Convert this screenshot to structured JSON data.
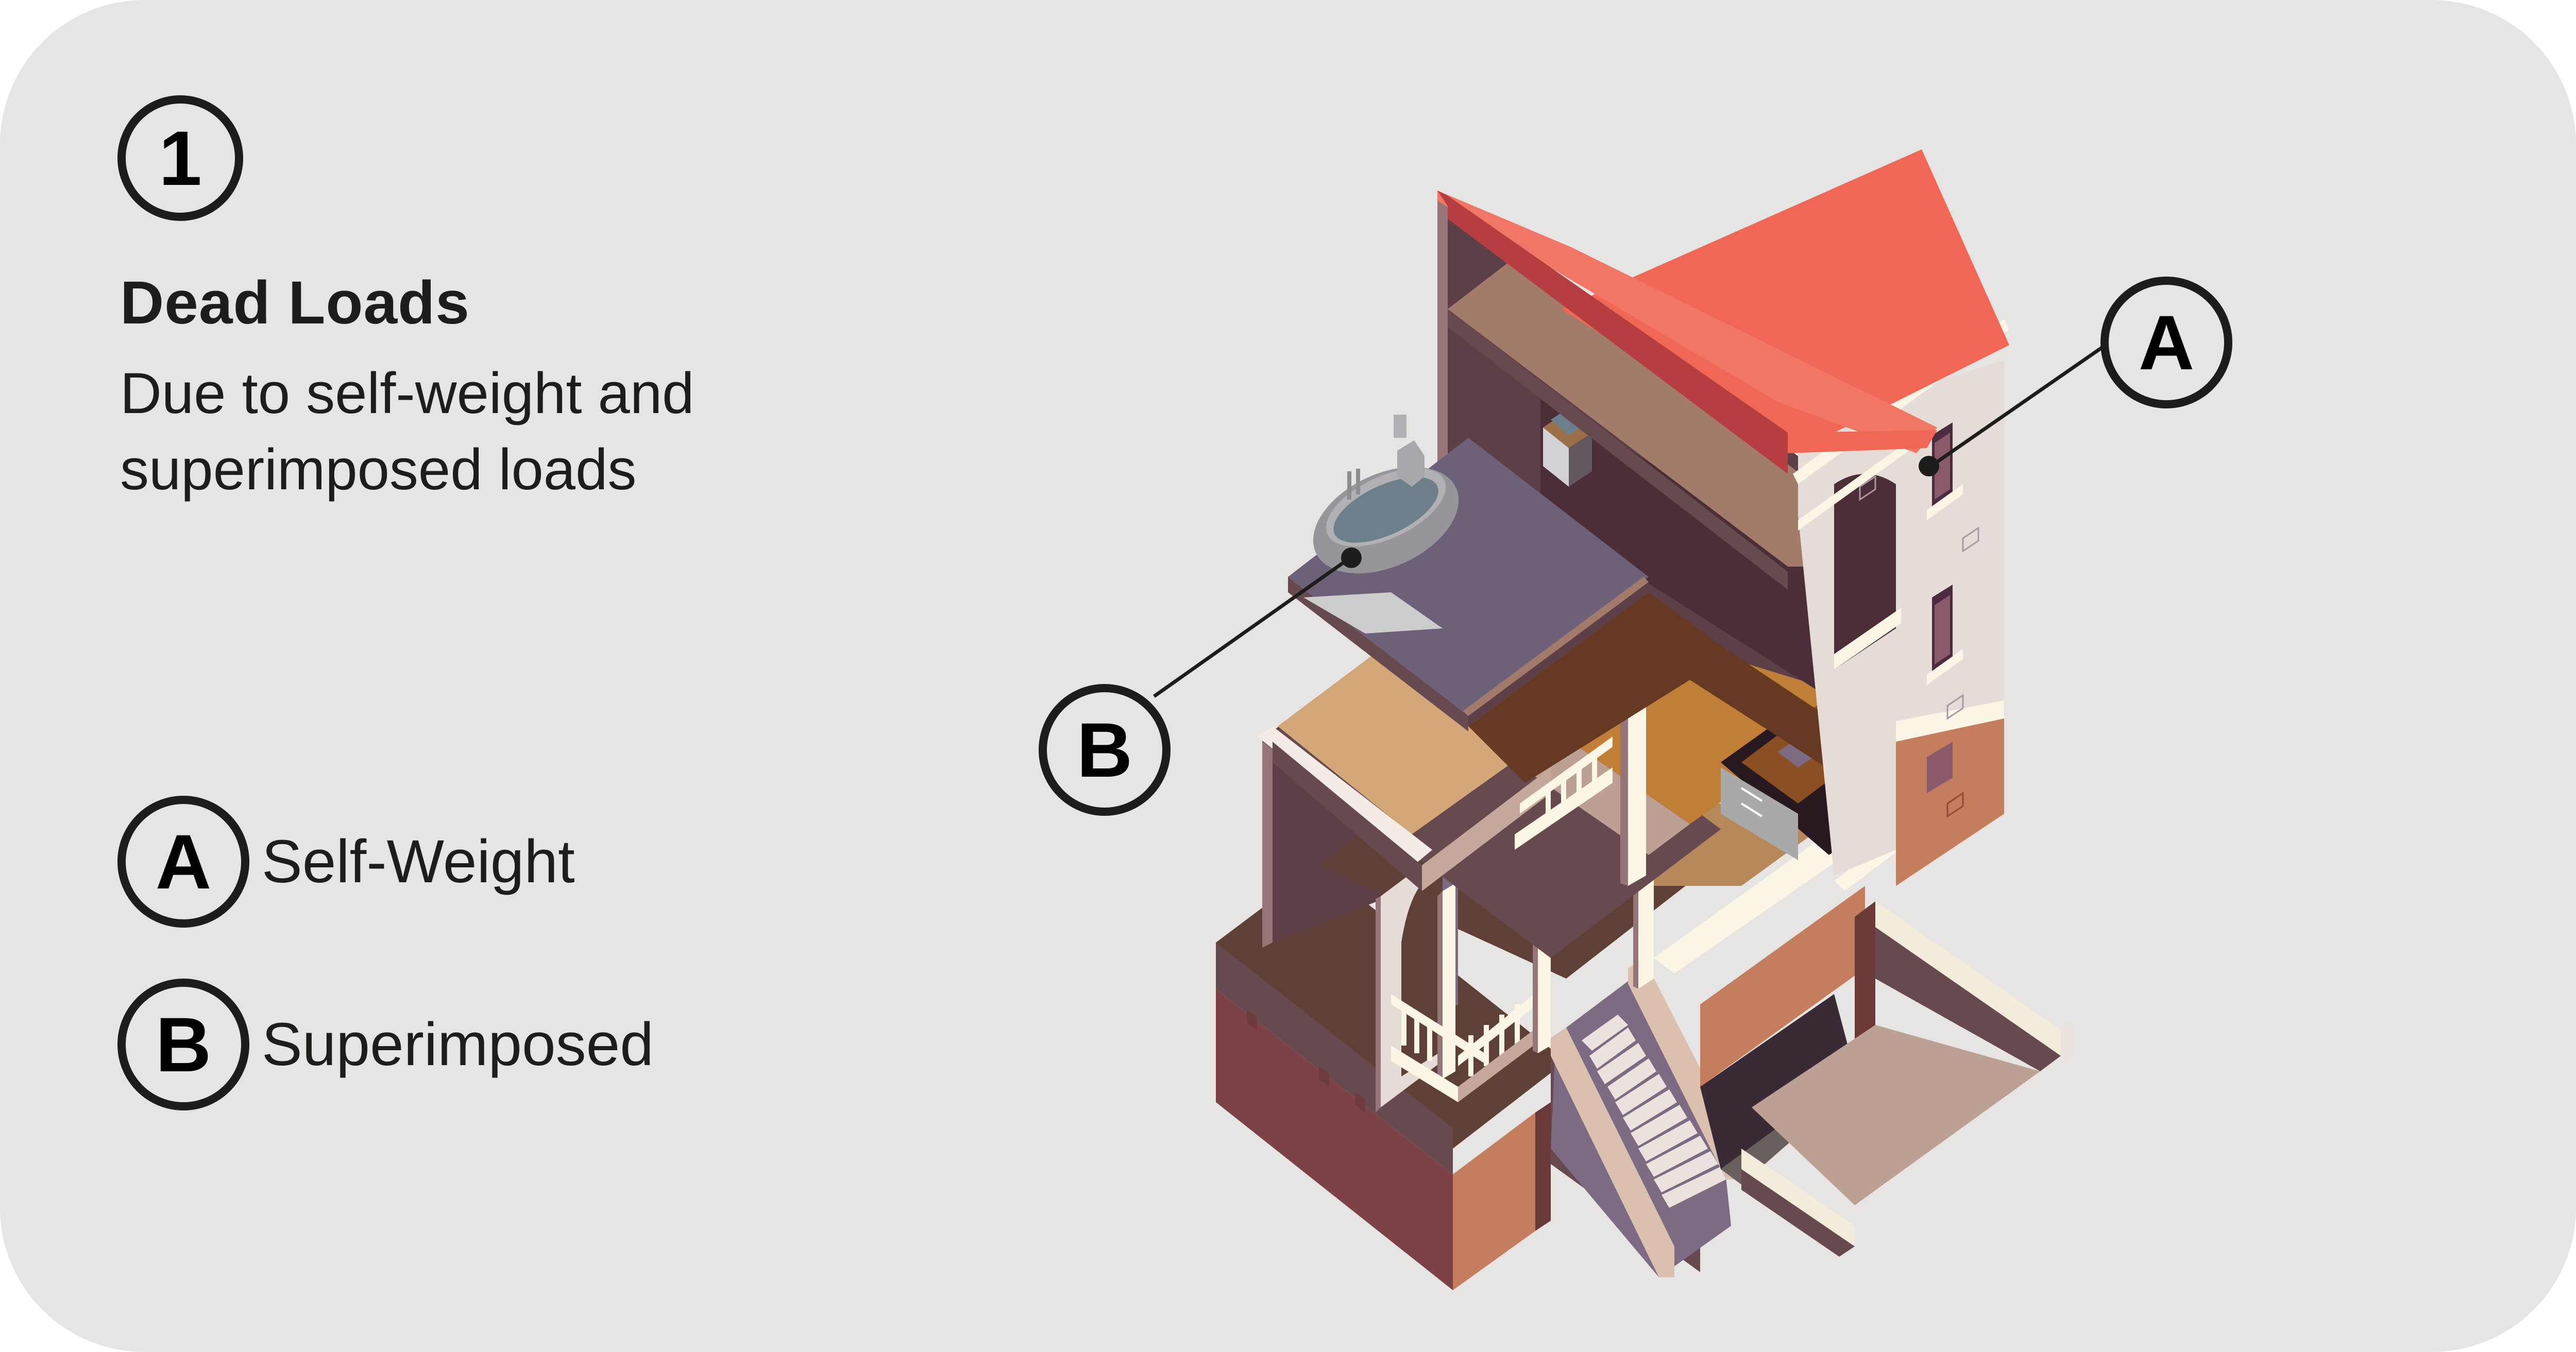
{
  "header": {
    "step_number": "1",
    "title": "Dead Loads",
    "description": "Due to self-weight and superimposed loads"
  },
  "legend": [
    {
      "key": "A",
      "label": "Self-Weight"
    },
    {
      "key": "B",
      "label": "Superimposed"
    }
  ],
  "illustration": {
    "subject": "isometric cutaway house",
    "callouts": [
      {
        "key": "A",
        "points_to": "exterior wall / structure"
      },
      {
        "key": "B",
        "points_to": "bathtub (fixture)"
      }
    ]
  },
  "colors": {
    "background": "#e6e5e3",
    "ink": "#1d1d1b",
    "roof": "#f06755",
    "roof_edge": "#b63e40",
    "wall_light": "#e5dbd7",
    "trim": "#fbf5e6",
    "floor_wood": "#c07e37",
    "floor_dark": "#663a22",
    "wall_dark": "#5c3f47",
    "bath_floor": "#6d6079",
    "brick": "#7c4248",
    "brick_orange": "#c47d5d"
  }
}
